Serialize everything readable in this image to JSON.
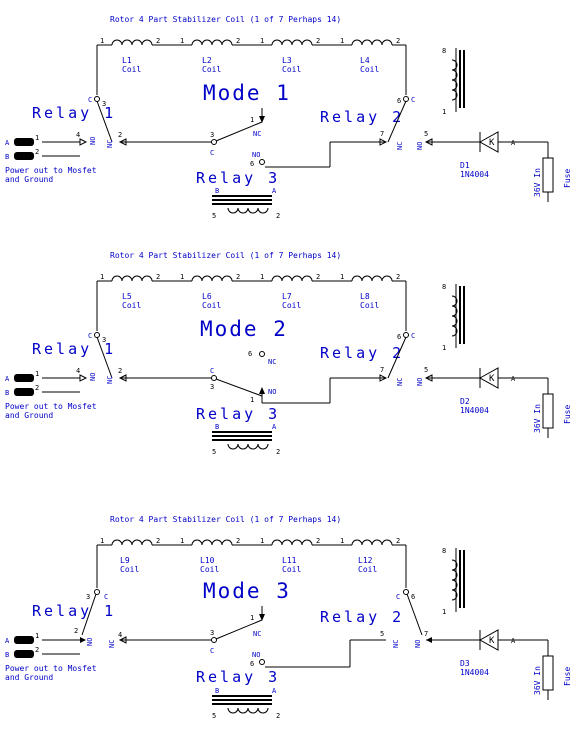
{
  "panels": [
    {
      "title": "Rotor 4 Part Stabilizer Coil (1 of 7 Perhaps 14)",
      "mode_label": "Mode 1",
      "coils": [
        {
          "ref": "L1",
          "name": "Coil"
        },
        {
          "ref": "L2",
          "name": "Coil"
        },
        {
          "ref": "L3",
          "name": "Coil"
        },
        {
          "ref": "L4",
          "name": "Coil"
        }
      ],
      "relay1_label": "Relay 1",
      "relay2_label": "Relay 2",
      "relay3_label": "Relay 3",
      "diode_ref": "D1",
      "diode_part": "1N4004",
      "input_label": "36V In",
      "fuse_label": "Fuse",
      "output_note_line1": "Power out to Mosfet",
      "output_note_line2": "and Ground",
      "connector_a": "A",
      "connector_b": "B",
      "r1_pins": {
        "c": "C",
        "c_num": "3",
        "no": "NO",
        "no_num": "4",
        "nc": "NC",
        "nc_num": "2"
      },
      "r2_pins": {
        "c": "C",
        "c_num": "6",
        "nc": "NC",
        "nc_num": "7",
        "no": "NO",
        "no_num": "5"
      },
      "r3_pins": {
        "c": "C",
        "c_num": "3",
        "nc": "NC",
        "nc_num": "1",
        "no": "NO",
        "no_num": "6"
      }
    },
    {
      "title": "Rotor 4 Part Stabilizer Coil (1 of 7 Perhaps 14)",
      "mode_label": "Mode 2",
      "coils": [
        {
          "ref": "L5",
          "name": "Coil"
        },
        {
          "ref": "L6",
          "name": "Coil"
        },
        {
          "ref": "L7",
          "name": "Coil"
        },
        {
          "ref": "L8",
          "name": "Coil"
        }
      ],
      "relay1_label": "Relay 1",
      "relay2_label": "Relay 2",
      "relay3_label": "Relay 3",
      "diode_ref": "D2",
      "diode_part": "1N4004",
      "input_label": "36V In",
      "fuse_label": "Fuse",
      "output_note_line1": "Power out to Mosfet",
      "output_note_line2": "and Ground",
      "connector_a": "A",
      "connector_b": "B",
      "r1_pins": {
        "c": "C",
        "c_num": "3",
        "no": "NO",
        "no_num": "4",
        "nc": "NC",
        "nc_num": "2"
      },
      "r2_pins": {
        "c": "C",
        "c_num": "6",
        "nc": "NC",
        "nc_num": "7",
        "no": "NO",
        "no_num": "5"
      },
      "r3_pins": {
        "c": "C",
        "c_num": "3",
        "nc": "NC",
        "nc_num": "6",
        "no": "NO",
        "no_num": "1"
      }
    },
    {
      "title": "Rotor 4 Part Stabilizer Coil (1 of 7 Perhaps 14)",
      "mode_label": "Mode 3",
      "coils": [
        {
          "ref": "L9",
          "name": "Coil"
        },
        {
          "ref": "L10",
          "name": "Coil"
        },
        {
          "ref": "L11",
          "name": "Coil"
        },
        {
          "ref": "L12",
          "name": "Coil"
        }
      ],
      "relay1_label": "Relay 1",
      "relay2_label": "Relay 2",
      "relay3_label": "Relay 3",
      "diode_ref": "D3",
      "diode_part": "1N4004",
      "input_label": "36V In",
      "fuse_label": "Fuse",
      "output_note_line1": "Power out to Mosfet",
      "output_note_line2": "and Ground",
      "connector_a": "A",
      "connector_b": "B",
      "r1_pins": {
        "c": "C",
        "c_num": "3",
        "no": "NO",
        "no_num": "2",
        "nc": "NC",
        "nc_num": "4"
      },
      "r2_pins": {
        "c": "C",
        "c_num": "6",
        "nc": "NC",
        "nc_num": "5",
        "no": "NO",
        "no_num": "7"
      },
      "r3_pins": {
        "c": "C",
        "c_num": "3",
        "nc": "NC",
        "nc_num": "1",
        "no": "NO",
        "no_num": "6"
      }
    }
  ],
  "coil_pins": {
    "one": "1",
    "two": "2"
  },
  "relay_coil_pins": {
    "a": "A",
    "b": "B",
    "p2": "2",
    "p5": "5",
    "p8": "8",
    "p1": "1"
  }
}
